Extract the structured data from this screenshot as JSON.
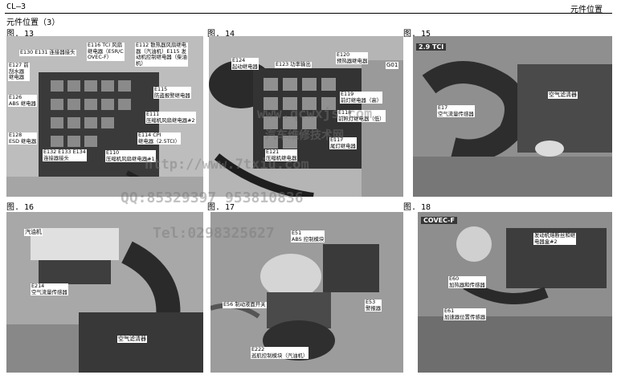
{
  "header": {
    "doc_code": "CL—3",
    "title_right": "元件位置"
  },
  "section_title": "元件位置（3）",
  "figures": [
    {
      "label": "图. 13",
      "callouts": [
        "E130 E131 连接器接头",
        "E116 TCI 风扇\n继电器（E5R/C\nOVEC-F）",
        "E112 散热器风扇继电\n器（汽油机）E115 发\n动机控制继电器（柴油\n机）",
        "E127 前\n刮水器\n继电器",
        "E126\nABS 继电器",
        "E115\n防盗报警继电器",
        "E111\n压缩机风扇继电器#2",
        "E128\nESD 继电器",
        "E114 CPI\n继电器（2.5TCI）",
        "E132 E133 E134\n连接器接头",
        "E110\n压缩机风扇继电器#1"
      ]
    },
    {
      "label": "图. 14",
      "callouts": [
        "E124\n起动继电器",
        "E123 功率输出",
        "E120\n预热器继电器",
        "G01",
        "E119\n前灯继电器（高）",
        "E118\n前照灯继电器（低）",
        "E117\n尾灯继电器",
        "E121\n压缩机继电器"
      ]
    },
    {
      "label": "图. 15",
      "tag": "2.9 TCI",
      "callouts": [
        "空气滤清器",
        "E17\n空气流量传感器"
      ]
    },
    {
      "label": "图. 16",
      "callouts": [
        "汽油机",
        "E214\n空气流量传感器",
        "空气滤清器"
      ]
    },
    {
      "label": "图. 17",
      "callouts": [
        "E51\nABS 控制模块",
        "E56 制动液面开关",
        "E53\n警报器",
        "E222\n巡航控制模块（汽油机）"
      ]
    },
    {
      "label": "图. 18",
      "tag": "COVEC-F",
      "callouts": [
        "发动机熔断丝和继\n电器盒#2",
        "E60\n加热器和传感器",
        "E61\n加速器位置传感器"
      ]
    }
  ],
  "watermarks": [
    "www.qcwxjs.com",
    "http://www.7txiu.com",
    "QQ:85329397 953810836",
    "Tel:0298325627",
    "汽车维修技术网"
  ],
  "colors": {
    "photo_bg": "#c8c8c8",
    "label_bg": "#ffffff",
    "watermark": "#787878"
  }
}
